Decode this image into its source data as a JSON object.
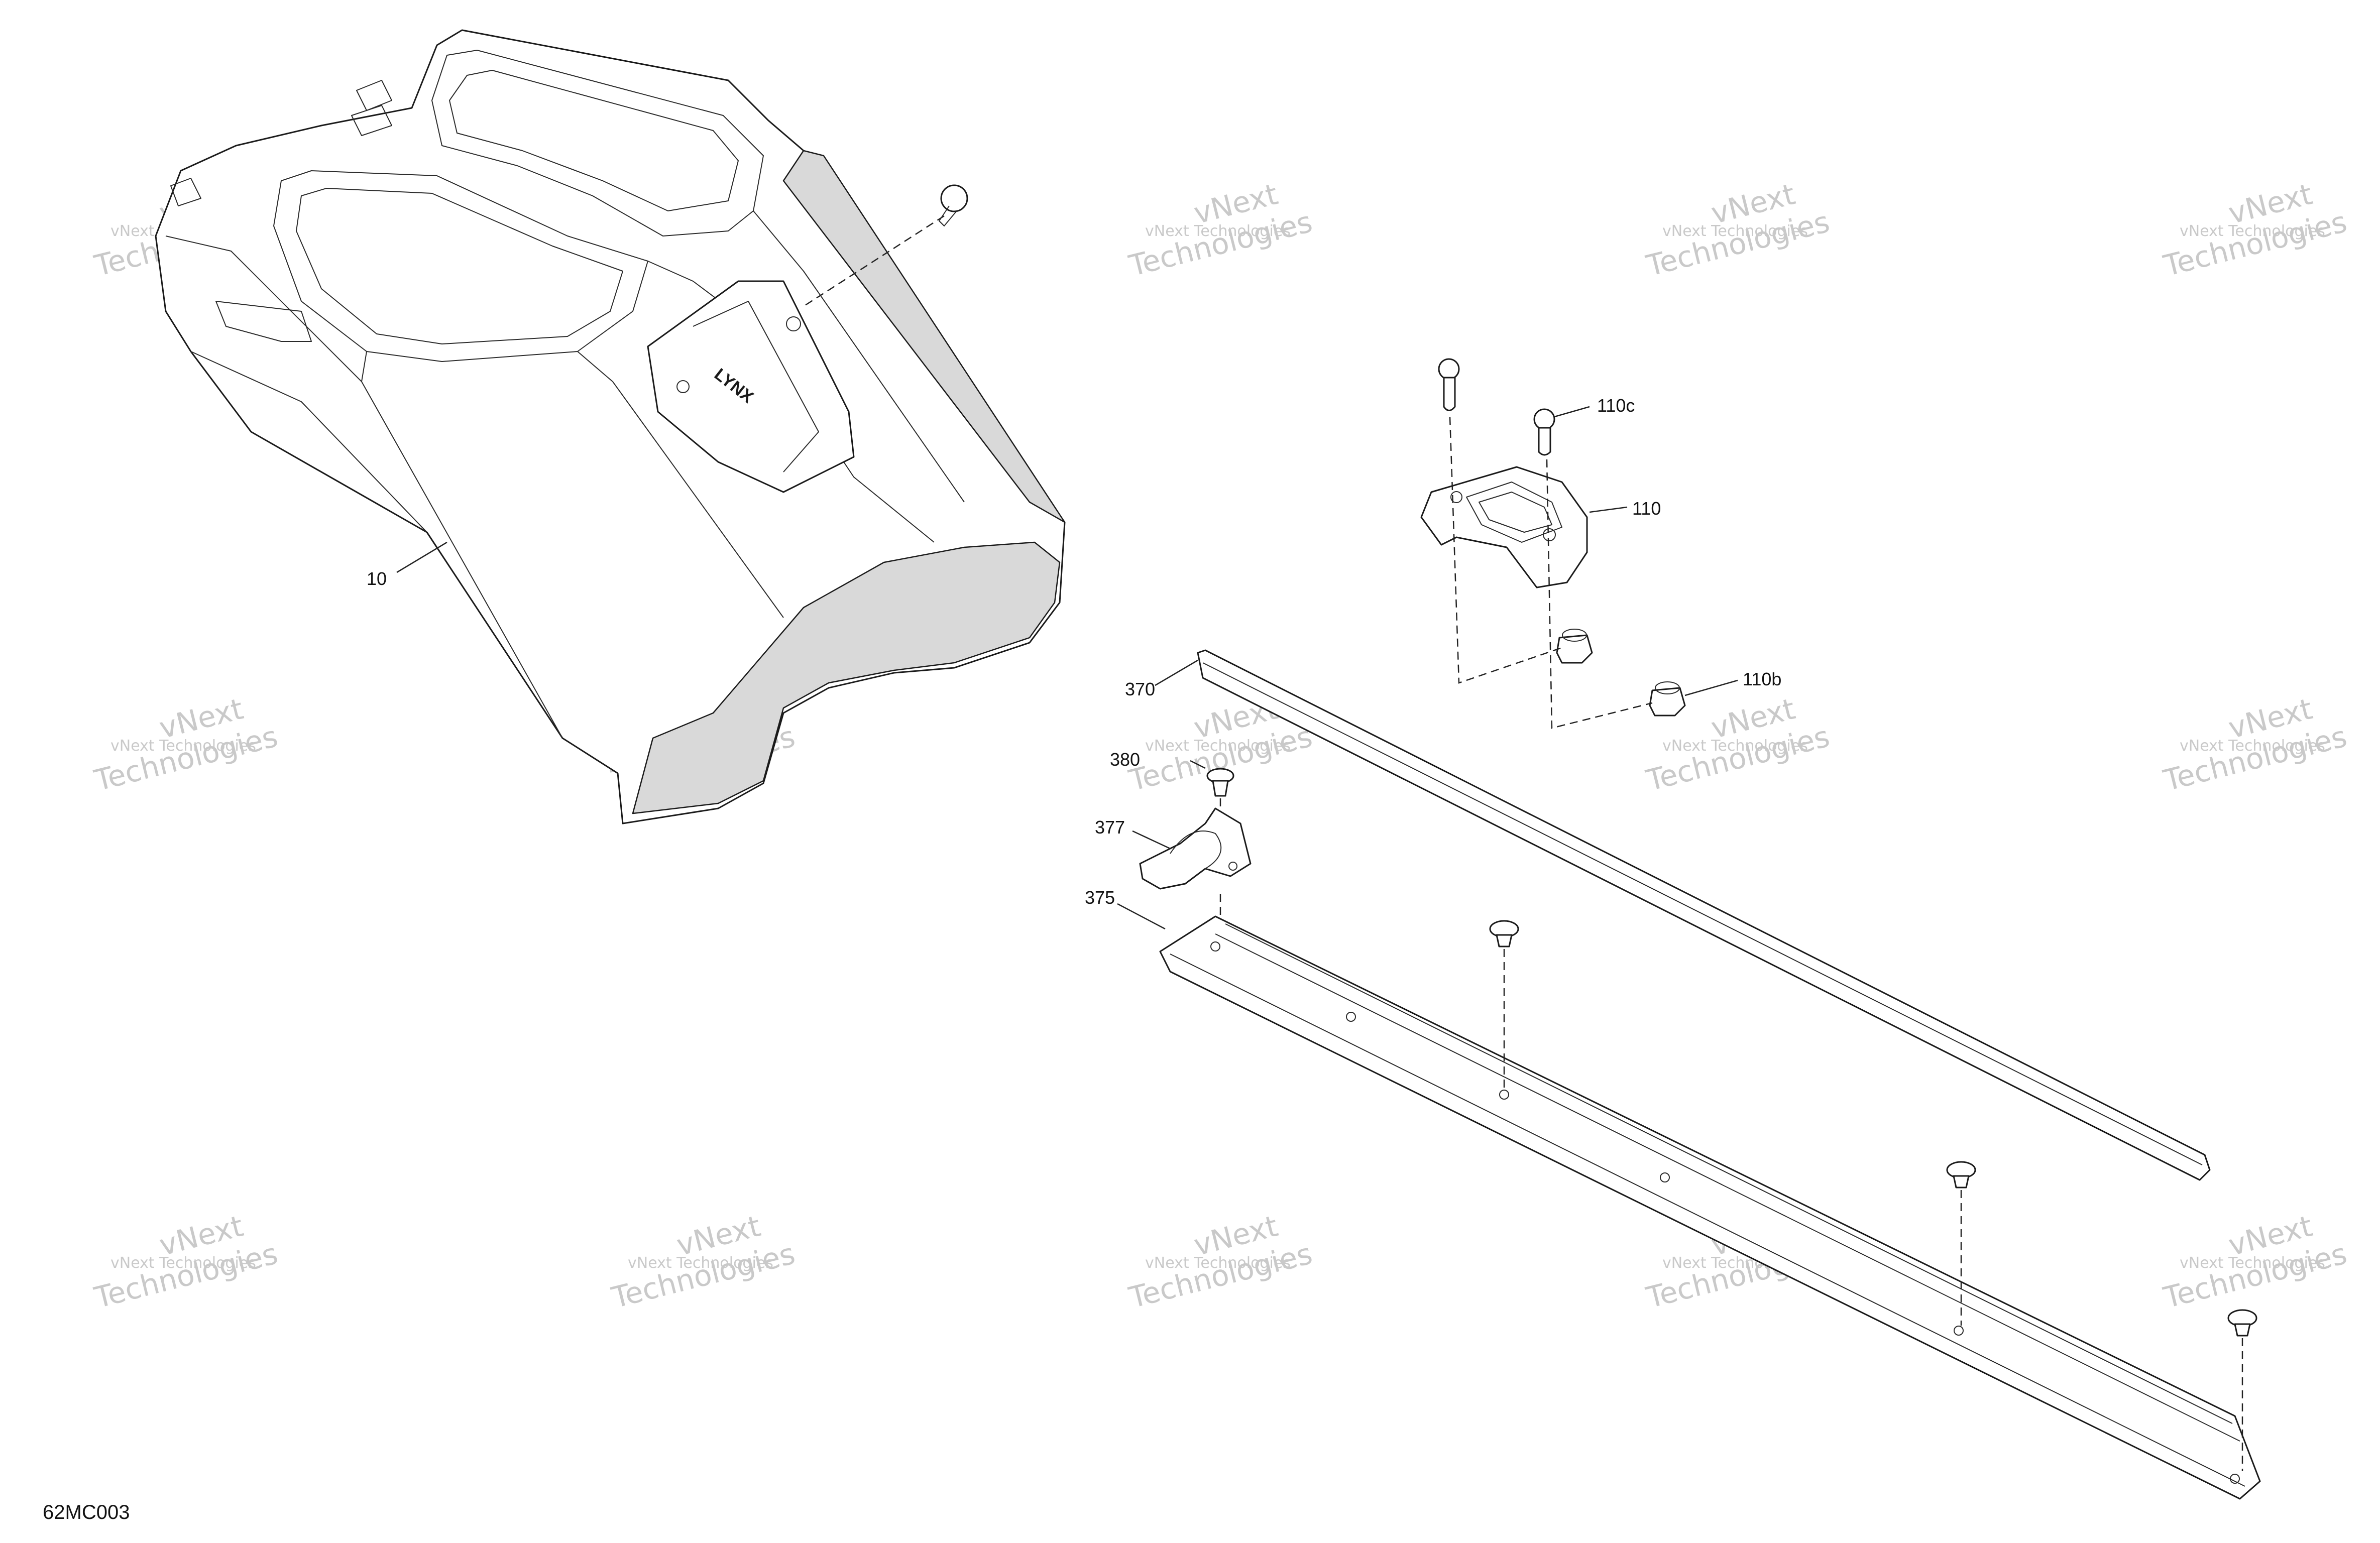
{
  "diagram": {
    "part_labels": {
      "p10": "10",
      "p110": "110",
      "p110b": "110b",
      "p110c": "110c",
      "p370": "370",
      "p375": "375",
      "p377": "377",
      "p380": "380"
    },
    "drawing_code": "62MC003",
    "logo_text": "LYNX",
    "watermark": {
      "line1": "vNext Technologies",
      "line2": "vNext",
      "line3": "Technologies"
    }
  },
  "colors": {
    "line": "#1a1a1a",
    "shade": "#d9d9d9",
    "watermark": "#c9c9c9"
  }
}
